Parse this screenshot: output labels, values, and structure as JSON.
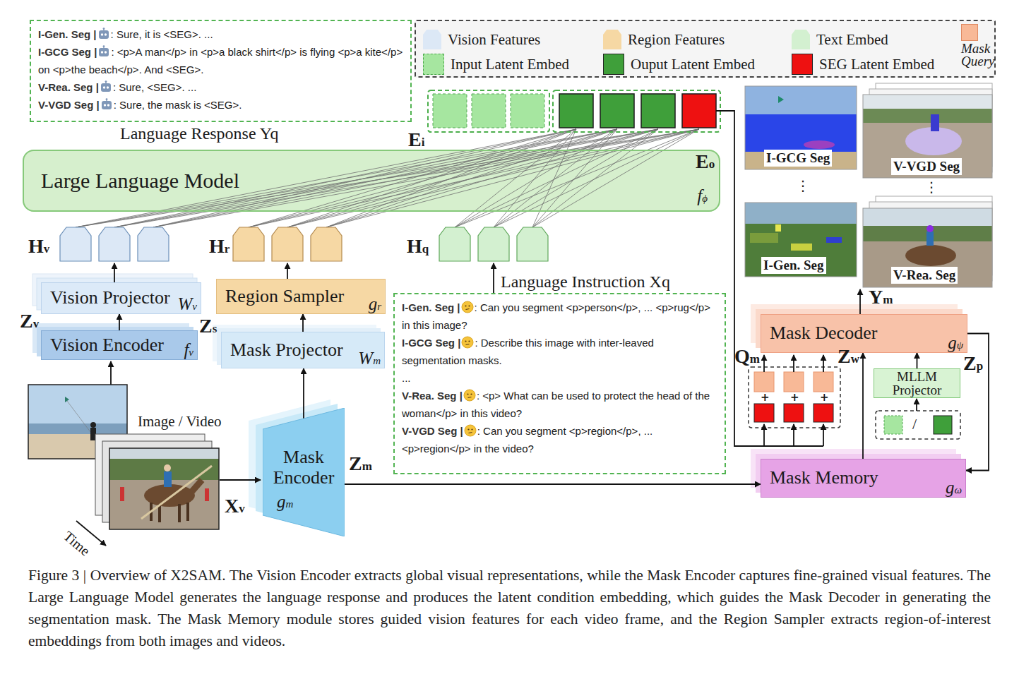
{
  "diagram": {
    "caption": "Figure 3 | Overview of X2SAM. The Vision Encoder extracts global visual representations, while the Mask Encoder captures fine-grained visual features. The Large Language Model generates the language response and produces the latent condition embedding, which guides the Mask Decoder in generating the segmentation mask. The Mask Memory module stores guided vision features for each video frame, and the Region Sampler extracts region-of-interest embeddings from both images and videos.",
    "nodes": [
      {
        "text": [
          "Language Response Yq",
          "I-Gen. Seg |",
          ": Sure, it is <SEG>. ...",
          "I-GCG Seg |",
          ": <p>A man</p> in <p>a black shirt</p> is flying <p>a kite</p> on <p>the beach</p>. And <SEG>.",
          "V-Rea. Seg |",
          ": Sure, <SEG>. ...",
          "V-VGD Seg |",
          ": Sure, the mask is <SEG>."
        ]
      },
      {
        "text": [
          "Large Language Model",
          "fϕ"
        ]
      },
      {
        "text": [
          "Vision Projector",
          "Wv"
        ]
      },
      {
        "text": [
          "Region Sampler",
          "gr"
        ]
      },
      {
        "text": [
          "Vision Encoder",
          "fv"
        ]
      },
      {
        "text": [
          "Mask Projector",
          "Wm"
        ]
      },
      {
        "text": [
          "Language Instruction Xq",
          "I-Gen. Seg |",
          ": Can you segment <p>person</p>, ... <p>rug</p> in this image?",
          "I-GCG Seg |",
          ": Describe this image with inter-leaved segmentation masks.",
          "...",
          "V-Rea. Seg |",
          ": <p> What can be used to protect the head of the woman</p> in this video?",
          "V-VGD Seg |",
          ": Can you segment <p>region</p>, ... <p>region</p> in the video?"
        ]
      },
      {
        "text": [
          "Mask Encoder",
          "gm"
        ]
      },
      {
        "text": [
          "Mask Decoder",
          "gψ"
        ]
      },
      {
        "text": [
          "MLLM Projector"
        ]
      },
      {
        "text": [
          "Mask Memory",
          "gω"
        ]
      }
    ],
    "edges": [
      {
        "from": 4,
        "to": 2,
        "arrow": "to"
      },
      {
        "from": 7,
        "to": 5,
        "arrow": "to"
      },
      {
        "from": 5,
        "to": 3,
        "arrow": "to"
      },
      {
        "from": 7,
        "to": 10,
        "arrow": "to"
      },
      {
        "from": 10,
        "to": 8,
        "arrow": "to"
      },
      {
        "from": 8,
        "to": 10,
        "arrow": "to"
      },
      {
        "from": 9,
        "to": 8,
        "arrow": "to"
      }
    ],
    "labels": [
      "Ei",
      "Eo",
      "Hv",
      "Hr",
      "Hq",
      "Zv",
      "Zs",
      "Image / Video",
      "Zm",
      "Xv",
      "Time",
      "I-GCG Seg",
      "V-VGD Seg",
      "⋮",
      "⋮",
      "I-Gen. Seg",
      "V-Rea. Seg",
      "Ym",
      "Qm",
      "Zw",
      "Zp",
      "+",
      "+",
      "+",
      "/"
    ],
    "legend": [
      {
        "text": "Vision Features",
        "color": "#dce8f6"
      },
      {
        "text": "Region Features",
        "color": "#f6d8a4"
      },
      {
        "text": "Text Embed",
        "color": "#d3f0d0"
      },
      {
        "text": "Mask Query",
        "color": "#f8b997"
      },
      {
        "text": "Input Latent Embed",
        "color": "#a6e6a0"
      },
      {
        "text": "Ouput Latent Embed",
        "color": "#3f9f3a"
      },
      {
        "text": "SEG Latent Embed",
        "color": "#ee1111"
      }
    ]
  }
}
